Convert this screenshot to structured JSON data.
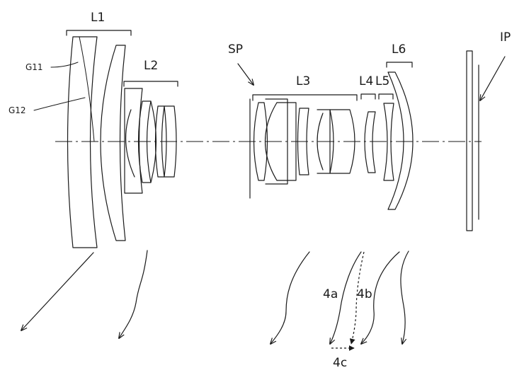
{
  "labels": {
    "L1": "L1",
    "L2": "L2",
    "L3": "L3",
    "L4": "L4",
    "L5": "L5",
    "L6": "L6",
    "SP": "SP",
    "IP": "IP",
    "G11": "G11",
    "G12": "G12",
    "m4a": "4a",
    "m4b": "4b",
    "m4c": "4c"
  }
}
